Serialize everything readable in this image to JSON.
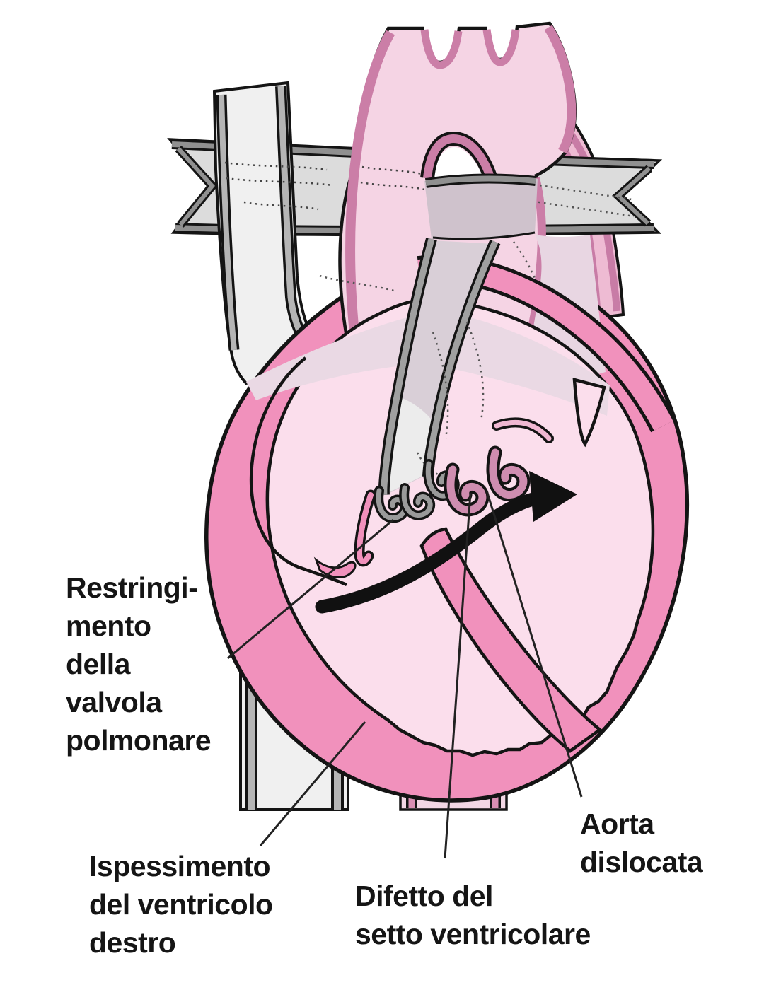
{
  "illustration": {
    "description": "Cross-section heart diagram (tetralogy of Fallot) with four call-out labels",
    "labels": {
      "restringimento": {
        "lines": [
          "Restringi-",
          "mento",
          "della",
          "valvola",
          "polmonare"
        ]
      },
      "ispessimento": {
        "lines": [
          "Ispessimento",
          "del ventricolo",
          "destro"
        ]
      },
      "difetto": {
        "lines": [
          "Difetto del",
          "setto ventricolare"
        ]
      },
      "aorta": {
        "lines": [
          "Aorta",
          "dislocata"
        ]
      }
    },
    "colors": {
      "background": "#ffffff",
      "heart_wall_pink": "#f191bc",
      "chamber_light_pink": "#fbdeec",
      "aorta_fill": "#f5d4e4",
      "aorta_band_mauve": "#cb7ea7",
      "descending_aorta_fill": "#eebbd3",
      "pulmonary_artery_gray": "#dcdcdc",
      "pulmonary_artery_band": "#909090",
      "vena_cava_fill": "#f0f0f0",
      "vena_cava_band": "#b5b5b5",
      "pulmonary_trunk_fill": "#cfc2cc",
      "valve_leaflet_mauve": "#cf8db0",
      "atrial_shadow_mauve": "#e8d6e2",
      "outline_black": "#141414",
      "label_text": "#151515"
    }
  }
}
